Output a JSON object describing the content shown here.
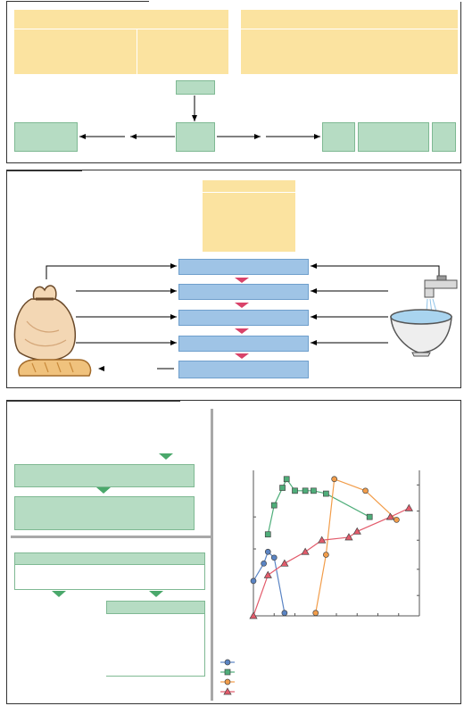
{
  "colors": {
    "panel_border": "#333333",
    "yellow_box": "#fbe3a0",
    "green_box": "#b6dcc3",
    "green_border": "#7fb993",
    "blue_box": "#9fc4e6",
    "blue_border": "#6f9fcc",
    "red_marker": "#d9436a",
    "green_marker": "#4aa86b",
    "series_blue": "#5a84c4",
    "series_green": "#4fae7a",
    "series_orange": "#f29d4a",
    "series_red": "#e35b6b"
  },
  "icons": [
    "flour-sack-icon",
    "bread-loaf-icon",
    "water-faucet-icon",
    "water-bowl-icon"
  ],
  "chart_data": {
    "type": "line",
    "xlim": [
      0,
      8
    ],
    "ylim": [
      0,
      5
    ],
    "grid": false,
    "series": [
      {
        "color": "#5a84c4",
        "marker": "circle",
        "x": [
          0,
          0.5,
          0.7,
          1.0,
          1.5
        ],
        "y": [
          1.2,
          1.8,
          2.2,
          2.0,
          0.1
        ]
      },
      {
        "color": "#4fae7a",
        "marker": "square",
        "x": [
          0.7,
          1.0,
          1.4,
          1.6,
          2.0,
          2.5,
          2.9,
          3.5,
          5.6
        ],
        "y": [
          2.8,
          3.8,
          4.4,
          4.7,
          4.3,
          4.3,
          4.3,
          4.2,
          3.4
        ]
      },
      {
        "color": "#f29d4a",
        "marker": "circle",
        "x": [
          3.0,
          3.5,
          3.9,
          5.4,
          6.9
        ],
        "y": [
          0.1,
          2.1,
          4.7,
          4.3,
          3.3
        ]
      },
      {
        "color": "#e35b6b",
        "marker": "triangle",
        "x": [
          0,
          0.7,
          1.5,
          2.5,
          3.3,
          4.6,
          5.0,
          6.6,
          7.5
        ],
        "y": [
          0,
          1.4,
          1.8,
          2.2,
          2.6,
          2.7,
          2.9,
          3.4,
          3.7
        ]
      }
    ]
  }
}
